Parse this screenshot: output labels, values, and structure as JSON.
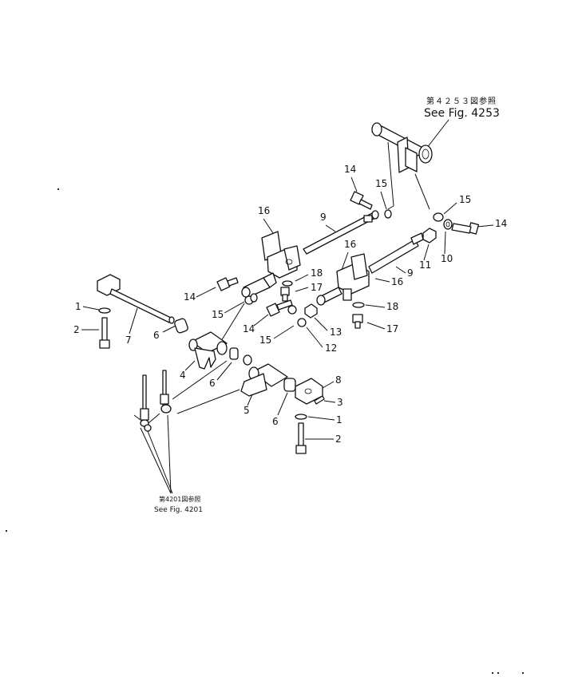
{
  "references": {
    "top": {
      "jp": "第４２５３図参照",
      "en": "See Fig. 4253"
    },
    "bottom": {
      "jp": "第4201図参照",
      "en": "See Fig. 4201"
    }
  },
  "callouts": {
    "n14a": "14",
    "n15a": "15",
    "n16a": "16",
    "n9a": "9",
    "n15b": "15",
    "n14b": "14",
    "n11": "11",
    "n10": "10",
    "n16b": "16",
    "n9b": "9",
    "n16c": "16",
    "n18a": "18",
    "n17a": "17",
    "n14c": "14",
    "n15c": "15",
    "n18b": "18",
    "n17b": "17",
    "n14d": "14",
    "n13": "13",
    "n15d": "15",
    "n12": "12",
    "n1a": "1",
    "n2a": "2",
    "n7": "7",
    "n6a": "6",
    "n4": "4",
    "n6b": "6",
    "n5": "5",
    "n8": "8",
    "n3": "3",
    "n6c": "6",
    "n1b": "1",
    "n2b": "2"
  }
}
